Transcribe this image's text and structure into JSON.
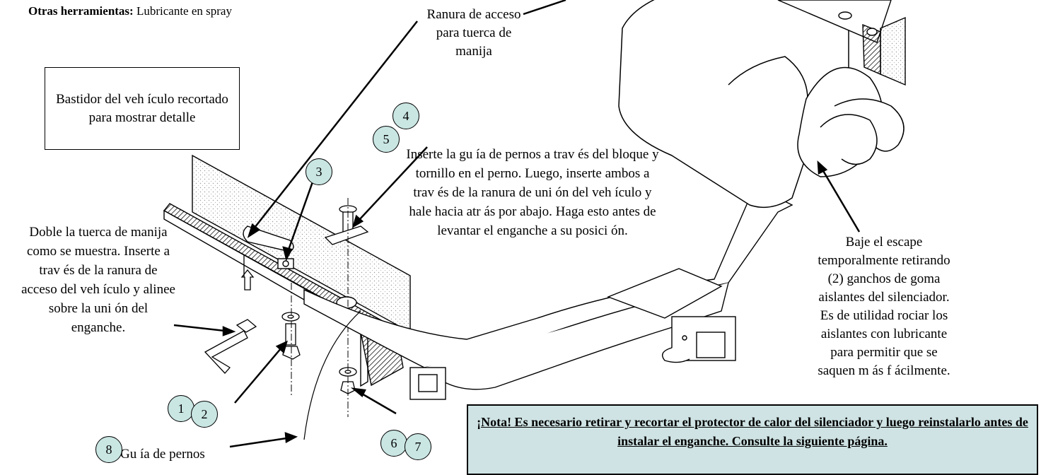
{
  "tools": {
    "label": "Otras herramientas:",
    "value": "Lubricante en spray"
  },
  "labels": {
    "frame_box": "Bastidor del veh ículo recortado para mostrar detalle",
    "access_slot": "Ranura de acceso para tuerca de manija",
    "bend_nut": "Doble la tuerca de manija como se muestra. Inserte a trav és de la ranura de acceso del veh ículo y alinee sobre la uni ón del enganche.",
    "insert_guide": "Inserte la gu ía de pernos a trav és del bloque y tornillo en el perno. Luego, inserte ambos a trav és de la ranura de uni ón del veh ículo y hale hacia atr ás por abajo. Haga esto antes de levantar el enganche a su posici ón.",
    "lower_exhaust": "Baje el escape temporalmente retirando (2) ganchos de goma aislantes del silenciador. Es de utilidad rociar los aislantes con lubricante para permitir que se saquen m ás f ácilmente.",
    "bolt_guide": "Gu ía de pernos"
  },
  "note": "¡Nota! Es necesario retirar y recortar el protector de calor del silenciador y luego reinstalarlo antes de instalar el enganche. Consulte la siguiente página.",
  "badges": {
    "b1": "1",
    "b2": "2",
    "b3": "3",
    "b4": "4",
    "b5": "5",
    "b6": "6",
    "b7": "7",
    "b8": "8"
  },
  "colors": {
    "badge_fill": "#c9e6e3",
    "note_fill": "#cfe3e4"
  }
}
